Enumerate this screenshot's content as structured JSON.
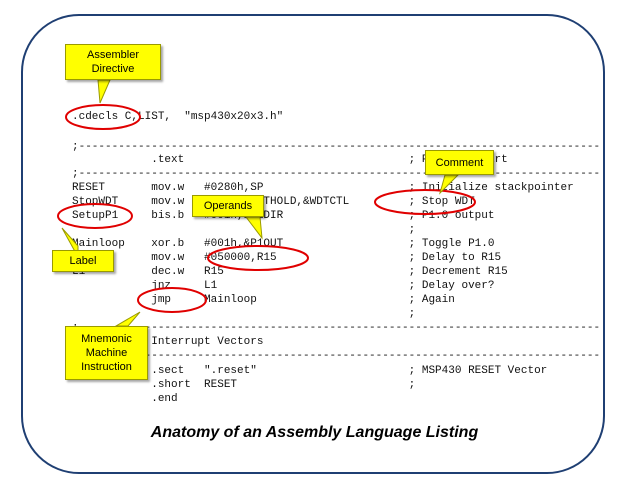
{
  "caption": "Anatomy of an Assembly Language Listing",
  "accent_color": "#ffff00",
  "highlight_color": "#e00000",
  "callouts": {
    "assembler_directive": "Assembler Directive",
    "comment": "Comment",
    "operands": "Operands",
    "label": "Label",
    "mnemonic": "Mnemonic Machine Instruction"
  },
  "listing": [
    ".cdecls C,LIST,  \"msp430x20x3.h\"",
    "",
    ";-------------------------------------------------------------------------------",
    "            .text                                  ; Program Start",
    ";-------------------------------------------------------------------------------",
    "RESET       mov.w   #0280h,SP                      ; Initialize stackpointer",
    "StopWDT     mov.w   #WDTPW+WDTHOLD,&WDTCTL         ; Stop WDT",
    "SetupP1     bis.b   #001h,&P1DIR                   ; P1.0 output",
    "                                                   ;",
    "Mainloop    xor.b   #001h,&P1OUT                   ; Toggle P1.0",
    "            mov.w   #050000,R15                    ; Delay to R15",
    "L1          dec.w   R15                            ; Decrement R15",
    "            jnz     L1                             ; Delay over?",
    "            jmp     Mainloop                       ; Again",
    "                                                   ;",
    ";-------------------------------------------------------------------------------",
    ";           Interrupt Vectors",
    ";-------------------------------------------------------------------------------",
    "            .sect   \".reset\"                       ; MSP430 RESET Vector",
    "            .short  RESET                          ;",
    "            .end"
  ]
}
